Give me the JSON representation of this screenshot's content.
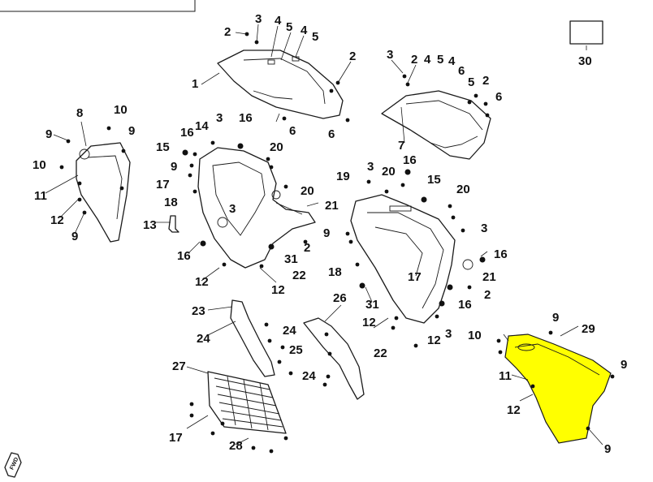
{
  "diagram": {
    "highlight_color": "#ffff00",
    "callouts": {
      "c1": "1",
      "c2a": "2",
      "c3a": "3",
      "c4a": "4",
      "c5a": "5",
      "c4b": "4",
      "c5b": "5",
      "c2b": "2",
      "c6a": "6",
      "c6b": "6",
      "c3b": "3",
      "c2c": "2",
      "c4c": "4",
      "c5c": "5",
      "c4d": "4",
      "c6c": "6",
      "c5d": "5",
      "c2d": "2",
      "c6d": "6",
      "c7": "7",
      "c30": "30",
      "c8": "8",
      "c10a": "10",
      "c9a": "9",
      "c9b": "9",
      "c10b": "10",
      "c11a": "11",
      "c12a": "12",
      "c9c": "9",
      "c16a": "16",
      "c14": "14",
      "c3c": "3",
      "c16b": "16",
      "c15a": "15",
      "c9d": "9",
      "c20a": "20",
      "c17a": "17",
      "c18a": "18",
      "c20b": "20",
      "c21a": "21",
      "c13": "13",
      "c3d": "3",
      "c2e": "2",
      "c16c": "16",
      "c31a": "31",
      "c22a": "22",
      "c12b": "12",
      "c12c": "12",
      "c19": "19",
      "c3e": "3",
      "c20c": "20",
      "c16d": "16",
      "c15b": "15",
      "c20d": "20",
      "c9e": "9",
      "c3f": "3",
      "c16e": "16",
      "c18b": "18",
      "c17b": "17",
      "c21b": "21",
      "c2f": "2",
      "c31b": "31",
      "c16f": "16",
      "c12d": "12",
      "c3g": "3",
      "c22b": "22",
      "c12e": "12",
      "c23": "23",
      "c24a": "24",
      "c24b": "24",
      "c25": "25",
      "c26": "26",
      "c24c": "24",
      "c27": "27",
      "c17c": "17",
      "c28": "28",
      "c10c": "10",
      "c9f": "9",
      "c29": "29",
      "c9g": "9",
      "c11b": "11",
      "c12f": "12",
      "c9h": "9"
    }
  }
}
